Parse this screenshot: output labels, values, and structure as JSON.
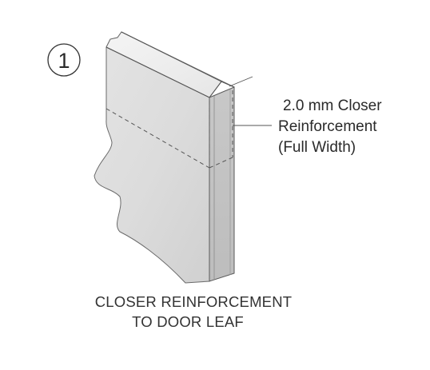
{
  "badge": {
    "number": "1"
  },
  "callout": {
    "lines": [
      "2.0 mm Closer",
      "Reinforcement",
      "(Full Width)"
    ]
  },
  "caption": {
    "lines": [
      "CLOSER REINFORCEMENT",
      "TO DOOR LEAF"
    ]
  }
}
